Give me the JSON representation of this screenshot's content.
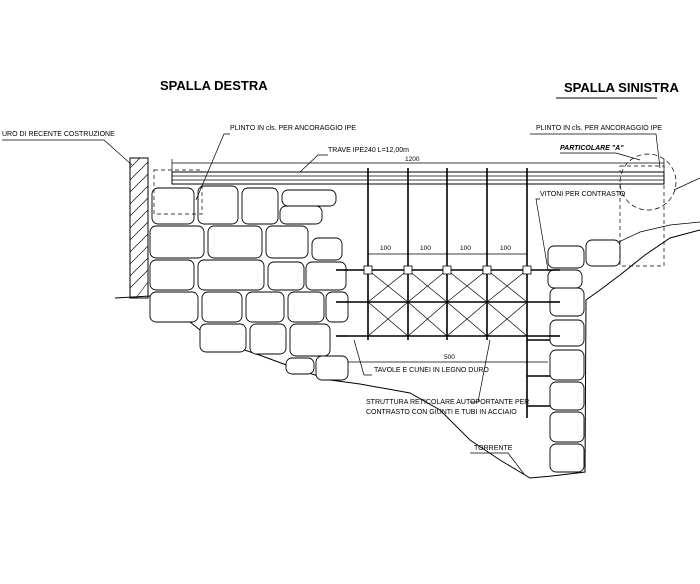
{
  "titles": {
    "right_abutment": "SPALLA DESTRA",
    "left_abutment": "SPALLA SINISTRA"
  },
  "labels": {
    "wall_recent": "URO DI RECENTE COSTRUZIONE",
    "plinth_left": "PLINTO IN cls. PER ANCORAGGIO IPE",
    "plinth_right": "PLINTO IN cls. PER ANCORAGGIO IPE",
    "beam": "TRAVE IPE240 L=12,00m",
    "detail": "PARTICOLARE \"A\"",
    "screws": "VITONI PER CONTRASTO",
    "planks": "TAVOLE E CUNEI IN LEGNO DURO",
    "structure_line1": "STRUTTURA RETICOLARE AUTOPORTANTE PER",
    "structure_line2": "CONTRASTO CON GIUNTI E TUBI IN ACCIAIO",
    "stream": "TORRENTE"
  },
  "dimensions": {
    "span_total": "1200",
    "bay_1": "100",
    "bay_2": "100",
    "bay_3": "100",
    "bay_4": "100",
    "truss_width": "500"
  }
}
